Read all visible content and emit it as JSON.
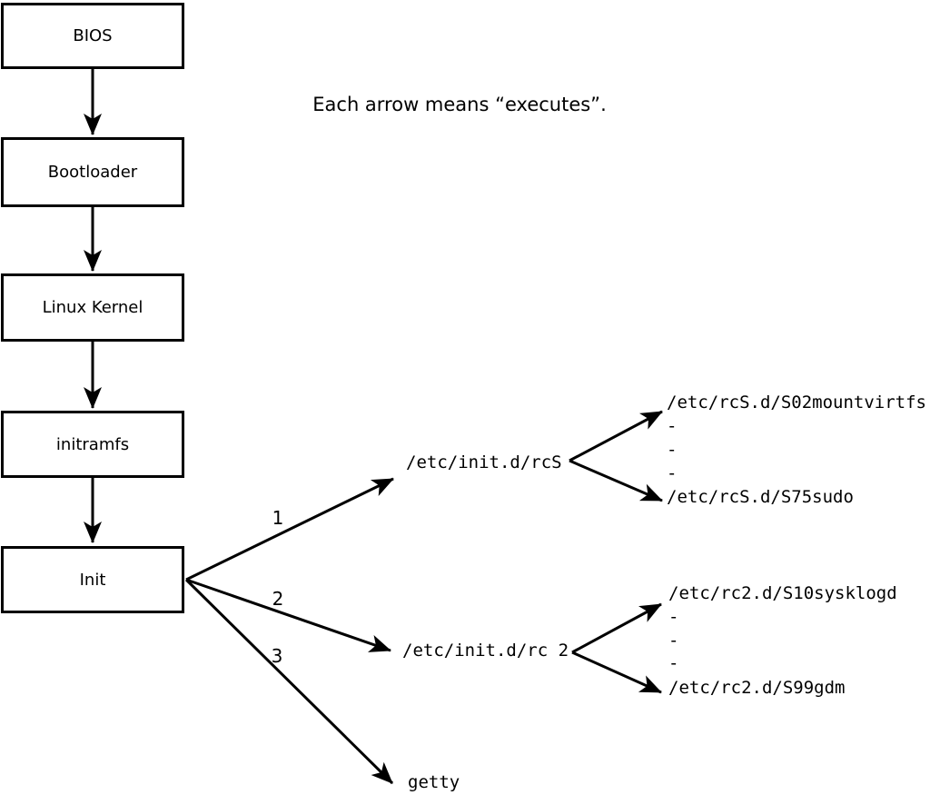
{
  "note": "Each arrow means “executes”.",
  "chain": [
    {
      "label": "BIOS"
    },
    {
      "label": "Bootloader"
    },
    {
      "label": "Linux Kernel"
    },
    {
      "label": "initramfs"
    },
    {
      "label": "Init"
    }
  ],
  "branches": [
    {
      "number": "1",
      "target": "/etc/init.d/rcS",
      "scripts": [
        "/etc/rcS.d/S02mountvirtfs",
        "-",
        "-",
        "-",
        "/etc/rcS.d/S75sudo"
      ]
    },
    {
      "number": "2",
      "target": "/etc/init.d/rc 2",
      "scripts": [
        "/etc/rc2.d/S10sysklogd",
        "-",
        "-",
        "-",
        "/etc/rc2.d/S99gdm"
      ]
    },
    {
      "number": "3",
      "target": "getty"
    }
  ],
  "colors": {
    "line": "#000000",
    "background": "#ffffff"
  }
}
